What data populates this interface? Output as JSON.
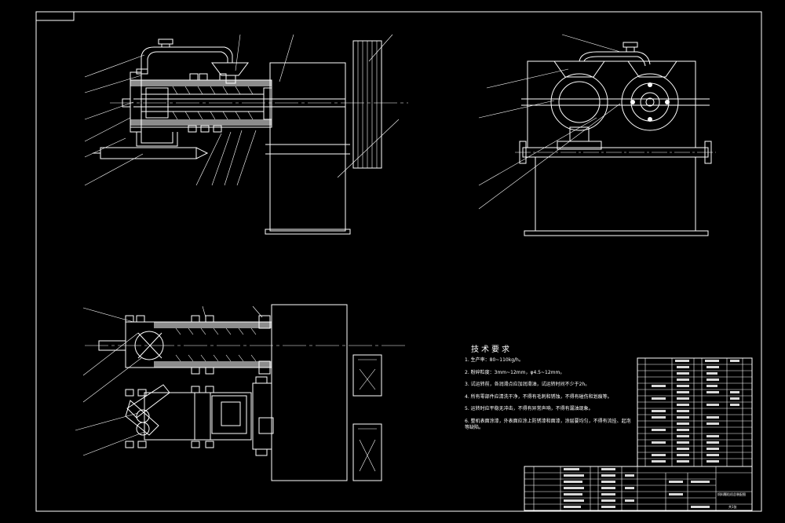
{
  "technical_requirements": {
    "title": "技术要求",
    "items": [
      "1. 生产率：80~110kg/h。",
      "2. 粉碎粒度：3mm~12mm，φ4.5~12mm。",
      "3. 试运转前，各润滑点应加润滑油，试运转时间不少于2h。",
      "4. 所有零部件应清洗干净，不得有毛刺和锈蚀，不得有碰伤和划痕等。",
      "5. 运转时应平稳无冲击，不得有异常声响，不得有漏油现象。",
      "6. 整机表面涂漆，外表面应涂上防锈漆和面漆，涂层要均匀，不得有流挂、起泡等缺陷。"
    ]
  },
  "title_block": {
    "drawing_name": "饲料颗粒机总装配图",
    "sheet": "共1张"
  },
  "colors": {
    "background": "#000000",
    "lines": "#ffffff"
  }
}
